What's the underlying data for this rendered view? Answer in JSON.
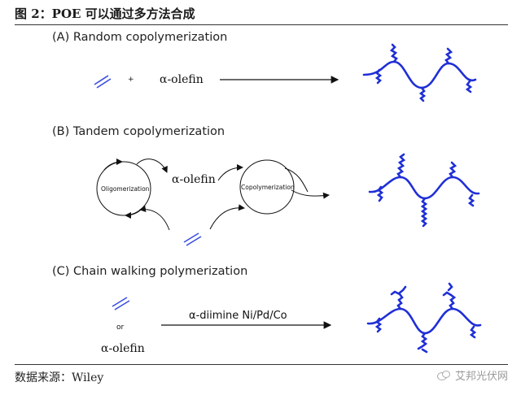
{
  "figure": {
    "title": "图 2：POE 可以通过多方法合成",
    "source": "数据来源：Wiley",
    "watermark": "艾邦光伏网"
  },
  "sections": {
    "a": {
      "heading": "(A) Random copolymerization",
      "plus": "+",
      "reagent": "α-olefin"
    },
    "b": {
      "heading": "(B) Tandem copolymerization",
      "cycle1": "Oligomerization",
      "cycle2": "Copolymerization",
      "reagent": "α-olefin"
    },
    "c": {
      "heading": "(C) Chain walking polymerization",
      "or": "or",
      "reagent": "α-olefin",
      "catalyst": "α-diimine Ni/Pd/Co"
    }
  },
  "colors": {
    "polymer": "#1f2fd6",
    "ethylene": "#3a4ee0",
    "text": "#111111"
  }
}
